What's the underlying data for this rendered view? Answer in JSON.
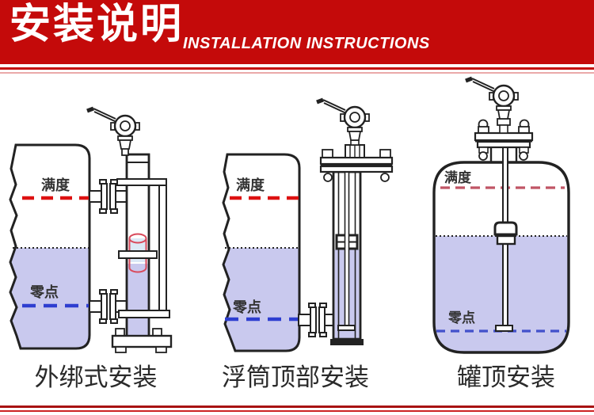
{
  "header": {
    "title_zh": "安装说明",
    "title_en": "INSTALLATION INSTRUCTIONS"
  },
  "figures": [
    {
      "id": "external-strap",
      "caption": "外绑式安装",
      "full_label": "满度",
      "zero_label": "零点"
    },
    {
      "id": "displacer-top",
      "caption": "浮筒顶部安装",
      "full_label": "满度",
      "zero_label": "零点"
    },
    {
      "id": "tank-top",
      "caption": "罐顶安装",
      "full_label": "满度",
      "zero_label": "零点"
    }
  ],
  "colors": {
    "banner_red": "#c40a0a",
    "divider_red": "#c41010",
    "divider_pink": "#eaa9a9",
    "footer_line_dark": "#a81212",
    "footer_line_bright": "#cc2222",
    "full_scale_line": "#dd1111",
    "zero_line": "#2e3ed0",
    "full_scale_line_muted": "#c05565",
    "zero_line_muted": "#4250cb",
    "liquid": "#c9c9ee",
    "displacer_fill": "#dce9f6",
    "displacer_outline": "#d94a5c",
    "line_art": "#222222",
    "label_color": "#333333",
    "caption_color": "#2a2a2a"
  }
}
